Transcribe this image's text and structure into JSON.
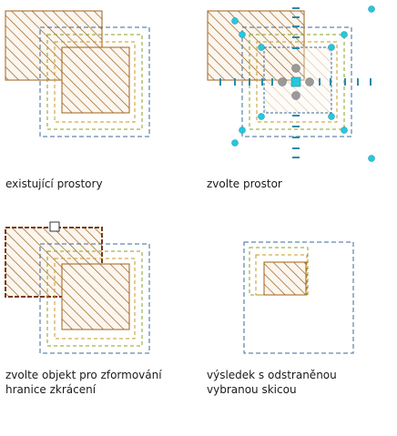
{
  "captions": {
    "existing_spaces": "existující prostory",
    "select_space": "zvolte prostor",
    "select_object_line1": "zvolte objekt pro zformování",
    "select_object_line2": "hranice zkrácení",
    "result_line1": "výsledek s odstraněnou",
    "result_line2": "vybranou skicou"
  },
  "colors": {
    "hatch": "#a0601a",
    "outer_boundary": "#3a6a9a",
    "middle_boundary": "#8aa020",
    "inner_boundary": "#c49a20",
    "grip": "#27c6de",
    "center_grip": "#9a9a9a",
    "selection_outline": "#7a3a1a"
  }
}
